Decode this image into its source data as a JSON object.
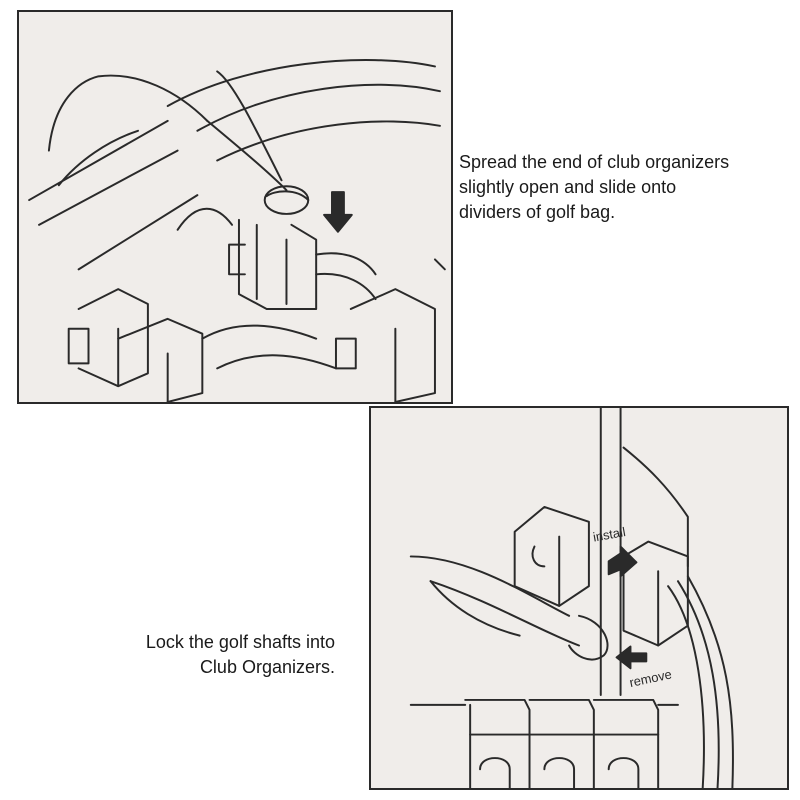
{
  "steps": [
    {
      "caption_lines": [
        "Spread the end of club organizers",
        "slightly open and slide onto",
        "dividers of golf bag."
      ]
    },
    {
      "caption_lines": [
        "Lock the golf shafts into",
        "Club Organizers."
      ],
      "labels": {
        "install": "install",
        "remove": "remove"
      }
    }
  ]
}
